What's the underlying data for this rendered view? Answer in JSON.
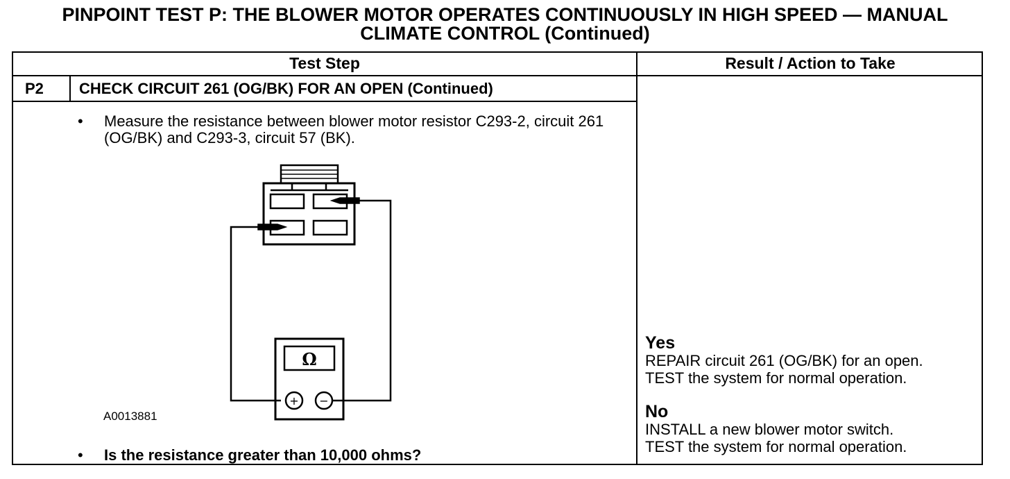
{
  "title": {
    "line1": "PINPOINT TEST P: THE BLOWER MOTOR OPERATES CONTINUOUSLY IN HIGH SPEED — MANUAL",
    "line2": "CLIMATE CONTROL (Continued)"
  },
  "table": {
    "col_test_step": "Test Step",
    "col_result": "Result / Action to Take"
  },
  "step": {
    "id": "P2",
    "title": "CHECK CIRCUIT 261 (OG/BK) FOR AN OPEN (Continued)",
    "bullet_symbol": "•",
    "instruction": "Measure the resistance between blower motor resistor C293-2, circuit 261 (OG/BK) and C293-3, circuit 57 (BK).",
    "question": "Is the resistance greater than 10,000 ohms?"
  },
  "diagram": {
    "figure_id": "A0013881",
    "meter_symbol": "Ω",
    "plus": "+",
    "minus": "−"
  },
  "results": {
    "yes_label": "Yes",
    "yes_line1": "REPAIR circuit 261 (OG/BK) for an open.",
    "yes_line2": "TEST the system for normal operation.",
    "no_label": "No",
    "no_line1": "INSTALL a new blower motor switch.",
    "no_line2": "TEST the system for normal operation."
  }
}
